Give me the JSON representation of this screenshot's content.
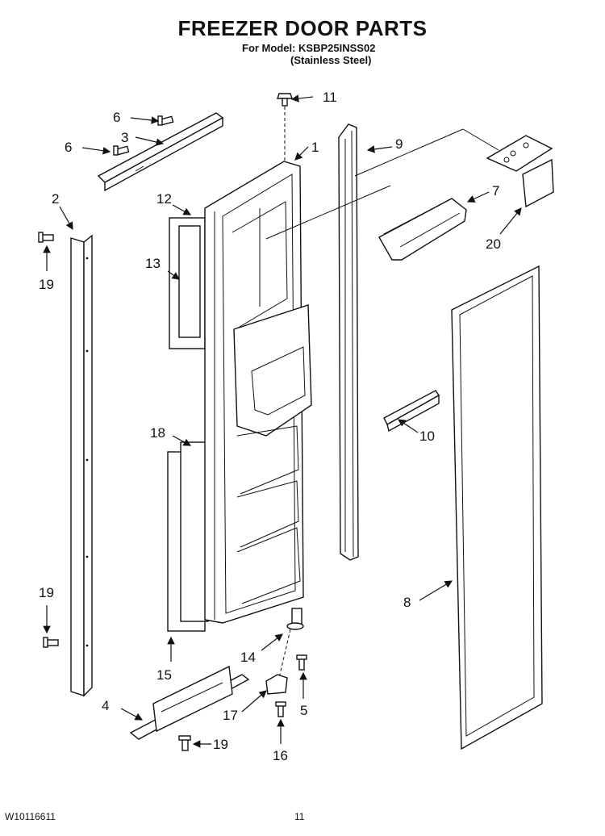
{
  "header": {
    "title": "FREEZER DOOR PARTS",
    "model_line": "For Model: KSBP25INSS02",
    "finish_line": "(Stainless Steel)"
  },
  "callouts": [
    {
      "id": "c1",
      "label": "1"
    },
    {
      "id": "c2",
      "label": "2"
    },
    {
      "id": "c3",
      "label": "3"
    },
    {
      "id": "c4",
      "label": "4"
    },
    {
      "id": "c5",
      "label": "5"
    },
    {
      "id": "c6a",
      "label": "6"
    },
    {
      "id": "c6b",
      "label": "6"
    },
    {
      "id": "c7",
      "label": "7"
    },
    {
      "id": "c8",
      "label": "8"
    },
    {
      "id": "c9",
      "label": "9"
    },
    {
      "id": "c10",
      "label": "10"
    },
    {
      "id": "c11",
      "label": "11"
    },
    {
      "id": "c12",
      "label": "12"
    },
    {
      "id": "c13",
      "label": "13"
    },
    {
      "id": "c14",
      "label": "14"
    },
    {
      "id": "c15",
      "label": "15"
    },
    {
      "id": "c16",
      "label": "16"
    },
    {
      "id": "c17",
      "label": "17"
    },
    {
      "id": "c18",
      "label": "18"
    },
    {
      "id": "c19a",
      "label": "19"
    },
    {
      "id": "c19b",
      "label": "19"
    },
    {
      "id": "c19c",
      "label": "19"
    },
    {
      "id": "c20",
      "label": "20"
    }
  ],
  "footer": {
    "doc_number": "W10116611",
    "page_number": "11"
  }
}
